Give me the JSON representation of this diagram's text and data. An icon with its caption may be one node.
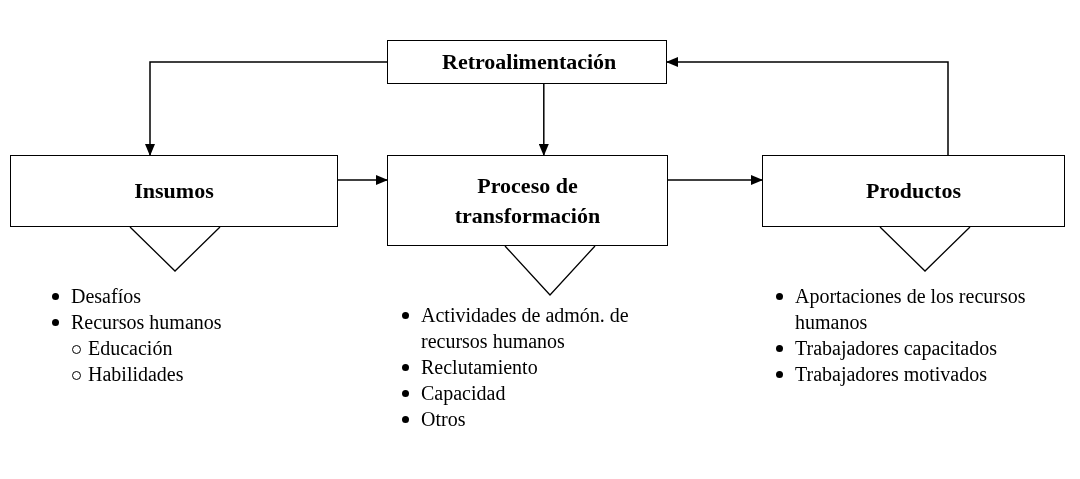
{
  "diagram": {
    "nodes": [
      {
        "text": [
          "Retroalimentación"
        ]
      },
      {
        "text": [
          "Insumos"
        ],
        "beside": [
          "Desafíos",
          "Recursos humanos",
          "Educación",
          "Habilidades"
        ]
      },
      {
        "text": [
          "Proceso de transformación"
        ],
        "beside": [
          "Actividades de admón. de recursos humanos",
          "Reclutamiento",
          "Capacidad",
          "Otros"
        ]
      },
      {
        "text": [
          "Productos"
        ],
        "beside": [
          "Aportaciones de los recursos humanos",
          "Trabajadores capacitados",
          "Trabajadores motivados"
        ]
      }
    ],
    "edges": [
      {
        "from": 0,
        "to": 1,
        "arrow": "to"
      },
      {
        "from": 0,
        "to": 2,
        "arrow": "to"
      },
      {
        "from": 1,
        "to": 2,
        "arrow": "to"
      },
      {
        "from": 2,
        "to": 3,
        "arrow": "to"
      },
      {
        "from": 3,
        "to": 0,
        "arrow": "to"
      }
    ]
  }
}
